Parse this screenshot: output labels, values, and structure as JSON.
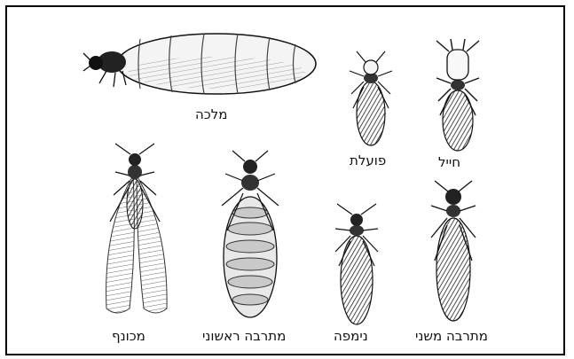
{
  "castes": [
    {
      "id": "queen",
      "label": "מלכה"
    },
    {
      "id": "worker",
      "label": "פועלת"
    },
    {
      "id": "soldier",
      "label": "חייל"
    },
    {
      "id": "winged",
      "label": "מכונף"
    },
    {
      "id": "primary",
      "label": "מתרבה ראשוני"
    },
    {
      "id": "nymph",
      "label": "נימפה"
    },
    {
      "id": "secondary",
      "label": "מתרבה משני"
    }
  ],
  "colors": {
    "ink": "#111111",
    "body_light": "#dddddd",
    "body_dark": "#333333",
    "wing": "#bbbbbb"
  }
}
